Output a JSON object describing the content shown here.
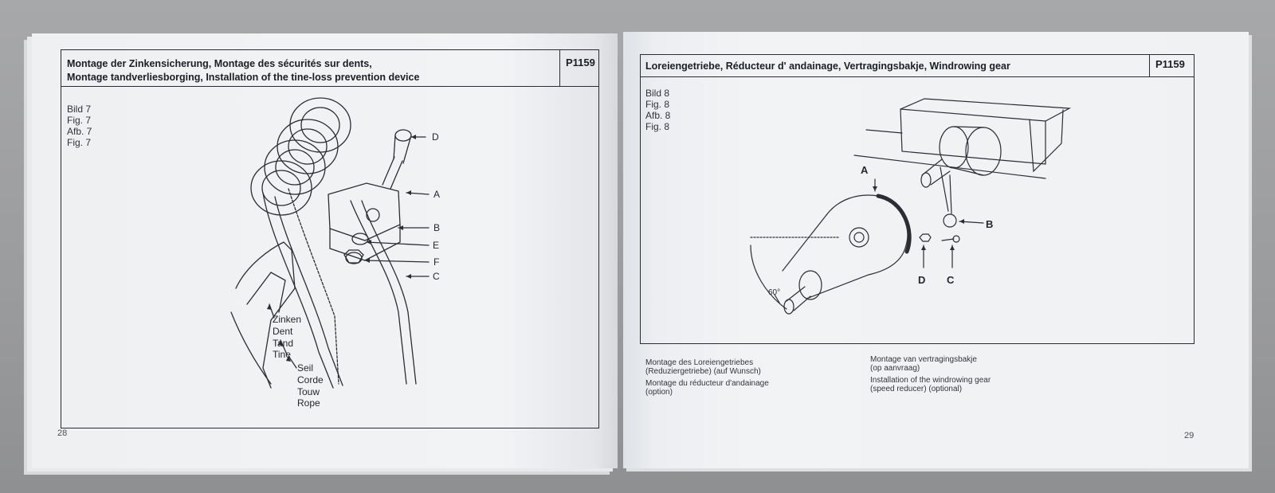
{
  "left_page": {
    "title_line1": "Montage der Zinkensicherung, Montage des sécurités sur dents,",
    "title_line2": "Montage tandverliesborging, Installation of the tine-loss prevention device",
    "code": "P1159",
    "figure_labels": [
      "Bild  7",
      "Fig.  7",
      "Afb.  7",
      "Fig.  7"
    ],
    "callouts": {
      "D": "D",
      "A": "A",
      "B": "B",
      "E": "E",
      "F": "F",
      "C": "C"
    },
    "tine_words": [
      "Zinken",
      "Dent",
      "Tand",
      "Tine"
    ],
    "rope_words": [
      "Seil",
      "Corde",
      "Touw",
      "Rope"
    ],
    "page_number": "28"
  },
  "right_page": {
    "title": "Loreiengetriebe, Réducteur d' andainage, Vertragingsbakje, Windrowing gear",
    "code": "P1159",
    "figure_labels": [
      "Bild  8",
      "Fig.  8",
      "Afb.  8",
      "Fig.  8"
    ],
    "callouts": {
      "A": "A",
      "B": "B",
      "C": "C",
      "D": "D"
    },
    "angle": "60°",
    "captions": {
      "de": [
        "Montage des Loreiengetriebes",
        "(Reduziergetriebe) (auf Wunsch)"
      ],
      "fr": [
        "Montage du réducteur d'andainage",
        "(option)"
      ],
      "nl": [
        "Montage van vertragingsbakje",
        "(op aanvraag)"
      ],
      "en": [
        "Installation of the windrowing gear",
        "(speed reducer) (optional)"
      ]
    },
    "page_number": "29"
  }
}
